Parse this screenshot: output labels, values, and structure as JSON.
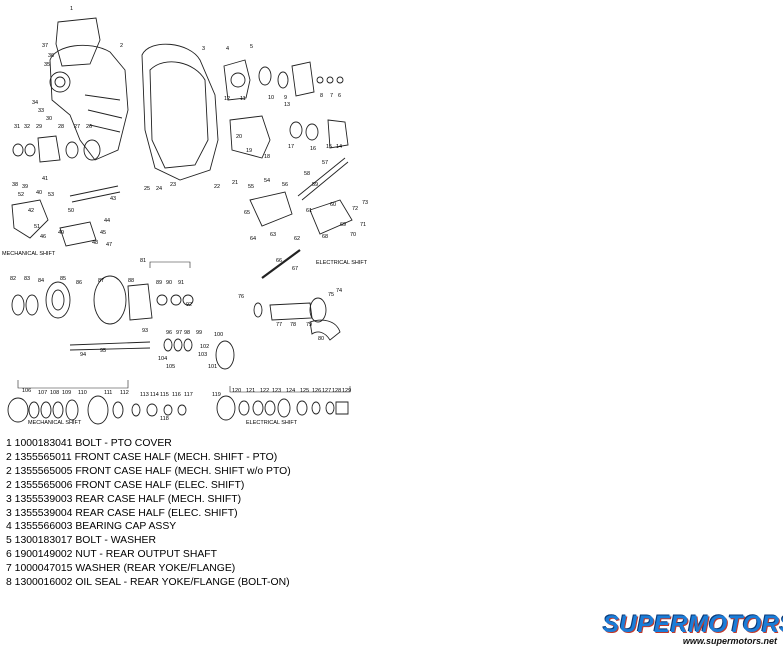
{
  "diagram": {
    "callouts": [
      "1",
      "37",
      "36",
      "35",
      "2",
      "3",
      "4",
      "5",
      "12",
      "11",
      "10",
      "9",
      "8",
      "7",
      "6",
      "13",
      "14",
      "15",
      "16",
      "17",
      "18",
      "19",
      "20",
      "21",
      "22",
      "23",
      "24",
      "25",
      "26",
      "27",
      "28",
      "29",
      "30",
      "31",
      "32",
      "33",
      "34",
      "38",
      "39",
      "40",
      "41",
      "42",
      "43",
      "44",
      "45",
      "46",
      "47",
      "48",
      "49",
      "50",
      "51",
      "52",
      "53",
      "54",
      "55",
      "56",
      "57",
      "58",
      "59",
      "60",
      "61",
      "62",
      "63",
      "64",
      "65",
      "66",
      "67",
      "68",
      "69",
      "70",
      "71",
      "72",
      "73",
      "74",
      "75",
      "76",
      "77",
      "78",
      "79",
      "80",
      "81",
      "82",
      "83",
      "84",
      "85",
      "86",
      "87",
      "88",
      "89",
      "90",
      "91",
      "92",
      "93",
      "94",
      "95",
      "96",
      "97",
      "98",
      "99",
      "100",
      "101",
      "102",
      "103",
      "104",
      "105",
      "106",
      "107",
      "108",
      "109",
      "110",
      "111",
      "112",
      "113",
      "114",
      "115",
      "116",
      "117",
      "118",
      "119",
      "120",
      "121",
      "122",
      "123",
      "124",
      "125",
      "126",
      "127",
      "128",
      "129"
    ],
    "captions": {
      "mechanical_shift_top": "MECHANICAL SHIFT",
      "electrical_shift_top": "ELECTRICAL SHIFT",
      "mechanical_shift_bottom": "MECHANICAL SHIFT",
      "electrical_shift_bottom": "ELECTRICAL SHIFT"
    }
  },
  "parts_list": [
    "1 1000183041 BOLT - PTO COVER",
    "2 1355565011 FRONT CASE HALF (MECH. SHIFT - PTO)",
    "2 1355565005 FRONT CASE HALF (MECH. SHIFT w/o PTO)",
    "2 1355565006 FRONT CASE HALF (ELEC. SHIFT)",
    "3 1355539003 REAR CASE HALF (MECH. SHIFT)",
    "3 1355539004 REAR CASE HALF (ELEC. SHIFT)",
    "4 1355566003 BEARING CAP ASSY",
    "5 1300183017 BOLT - WASHER",
    "6 1900149002 NUT - REAR OUTPUT SHAFT",
    "7 1000047015 WASHER (REAR YOKE/FLANGE)",
    "8 1300016002 OIL SEAL - REAR YOKE/FLANGE (BOLT-ON)"
  ],
  "watermark": {
    "brand": "SUPERMOTORS",
    "url": "www.supermotors.net",
    "colors": {
      "brand": "#1b7dd8",
      "shadow_red": "#c0392b",
      "shadow_dark": "#0b3a78"
    }
  }
}
